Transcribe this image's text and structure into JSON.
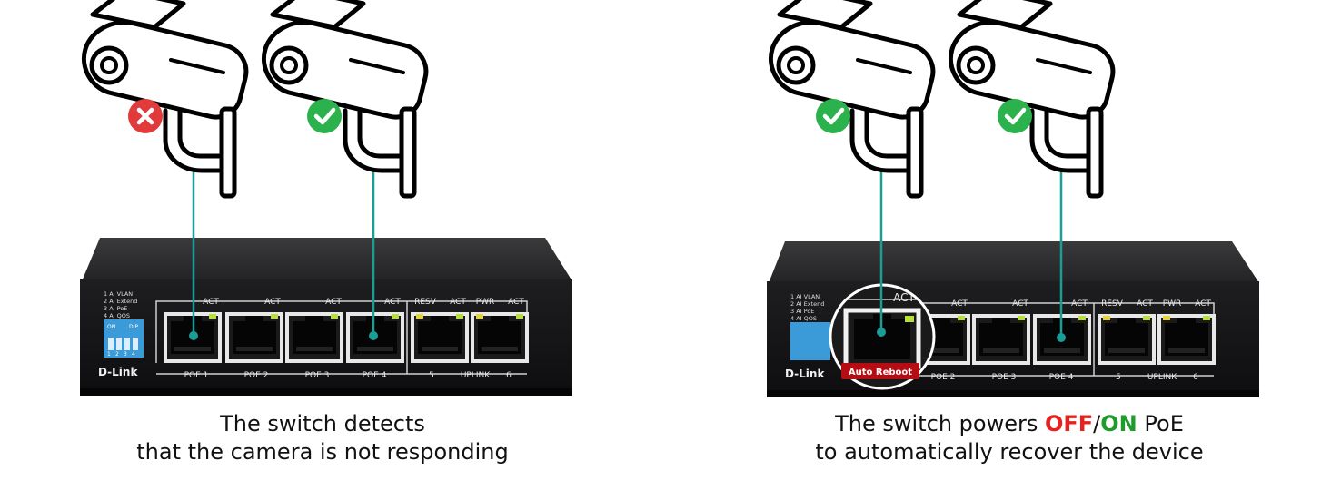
{
  "captions": {
    "left": {
      "line1": "The switch detects",
      "line2": "that the camera is not responding"
    },
    "right": {
      "line1_a": "The switch powers ",
      "off": "OFF",
      "slash": "/",
      "on": "ON",
      "line1_b": " PoE",
      "line2": "to automatically recover the device"
    }
  },
  "switch": {
    "brand": "D-Link",
    "dip_labels": [
      "1 AI VLAN",
      "2 AI Extend",
      "3 AI PoE",
      "4 AI QOS"
    ],
    "dip_on": "ON",
    "dip_dip": "DIP",
    "dip_numbers": [
      "1",
      "2",
      "3",
      "4"
    ],
    "top_labels": [
      "ACT",
      "ACT",
      "ACT",
      "ACT",
      "RESV",
      "ACT",
      "PWR",
      "ACT"
    ],
    "bottom_labels": [
      "POE 1",
      "POE 2",
      "POE 3",
      "POE 4",
      "5",
      "UPLINK",
      "6"
    ]
  },
  "badge": {
    "auto_reboot": "Auto Reboot"
  },
  "camera_status": {
    "left": [
      "error",
      "ok"
    ],
    "right": [
      "ok",
      "ok"
    ]
  },
  "colors": {
    "cable": "#1a9d97",
    "ok": "#2bb24c",
    "error": "#e03a3a",
    "badge": "#b50d14",
    "off_text": "#e8201e",
    "on_text": "#1f9a2b"
  }
}
